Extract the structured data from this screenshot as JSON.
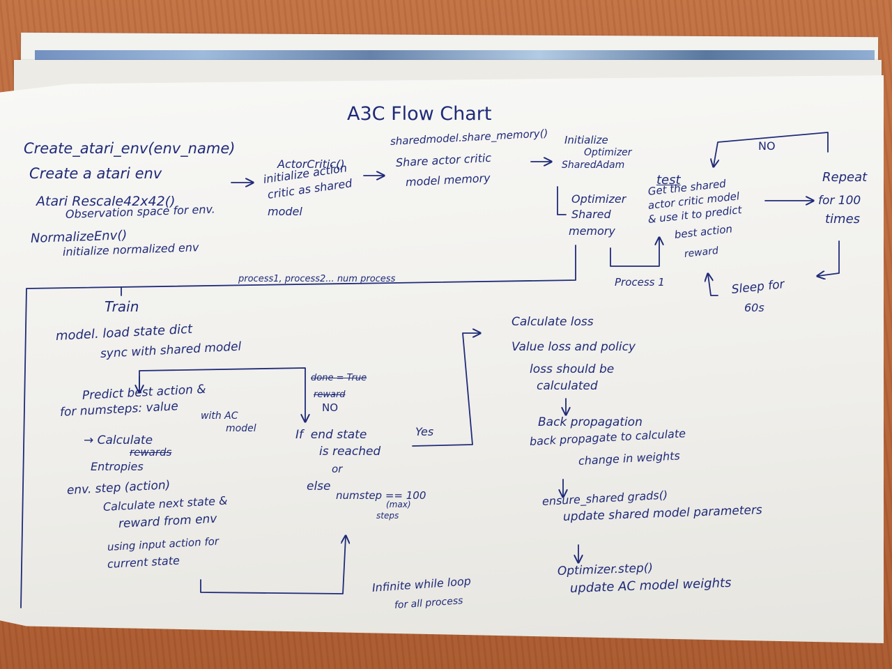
{
  "title": "A3C Flow Chart",
  "create_env": {
    "lines": [
      "Create_atari_env(env_name)",
      "Create a atari env"
    ]
  },
  "rescale": {
    "lines": [
      "Atari Rescale42x42()",
      "Observation space for env."
    ]
  },
  "normalize": {
    "lines": [
      "NormalizeEnv()",
      "initialize normalized env"
    ]
  },
  "actor_critic": {
    "lines": [
      "ActorCritic()",
      "initialize action",
      "critic as shared",
      "model"
    ]
  },
  "share_memory": {
    "lines": [
      "sharedmodel.share_memory()",
      "Share actor critic",
      "model memory"
    ]
  },
  "init_optim": {
    "lines": [
      "Initialize",
      "Optimizer",
      "SharedAdam"
    ]
  },
  "optim_memory": {
    "lines": [
      "Optimizer",
      "Shared",
      "memory"
    ]
  },
  "test_box": {
    "heading": "test",
    "lines": [
      "Get the shared",
      "actor critic model",
      "& use it to predict",
      "best action",
      "reward"
    ]
  },
  "no_top": "NO",
  "repeat": {
    "lines": [
      "Repeat",
      "for 100",
      "times"
    ]
  },
  "sleep": {
    "lines": [
      "Sleep for",
      "60s"
    ]
  },
  "process1": "Process 1",
  "processes": "process1, process2... num process",
  "train": {
    "heading": "Train",
    "load_state": [
      "model. load state dict",
      "sync with shared model"
    ],
    "predict": [
      "Predict best action &",
      "for numsteps: value",
      "with AC",
      "model"
    ],
    "entropy_a": "→ Calculate",
    "entropy_struck": "rewards",
    "entropy_b": "Entropies",
    "env_step": [
      "env. step (action)",
      "Calculate next state &",
      "reward from env",
      "using input action for",
      "current state"
    ],
    "done_struck": "done = True",
    "reward_struck": "reward",
    "no": "NO",
    "if_block": [
      "If  end state",
      "is reached",
      "or",
      "else",
      "numstep == 100",
      "(max)",
      "steps"
    ],
    "yes": "Yes",
    "loop": [
      "Infinite while loop",
      "for all process"
    ]
  },
  "loss": {
    "calc": [
      "Calculate loss",
      "Value loss and policy",
      "loss should be",
      "calculated"
    ],
    "backprop": [
      "Back propagation",
      "back propagate to calculate",
      "change in weights"
    ],
    "ensure": [
      "ensure_shared grads()",
      "update shared model parameters"
    ],
    "optim_step": [
      "Optimizer.step()",
      "update AC model weights"
    ]
  }
}
